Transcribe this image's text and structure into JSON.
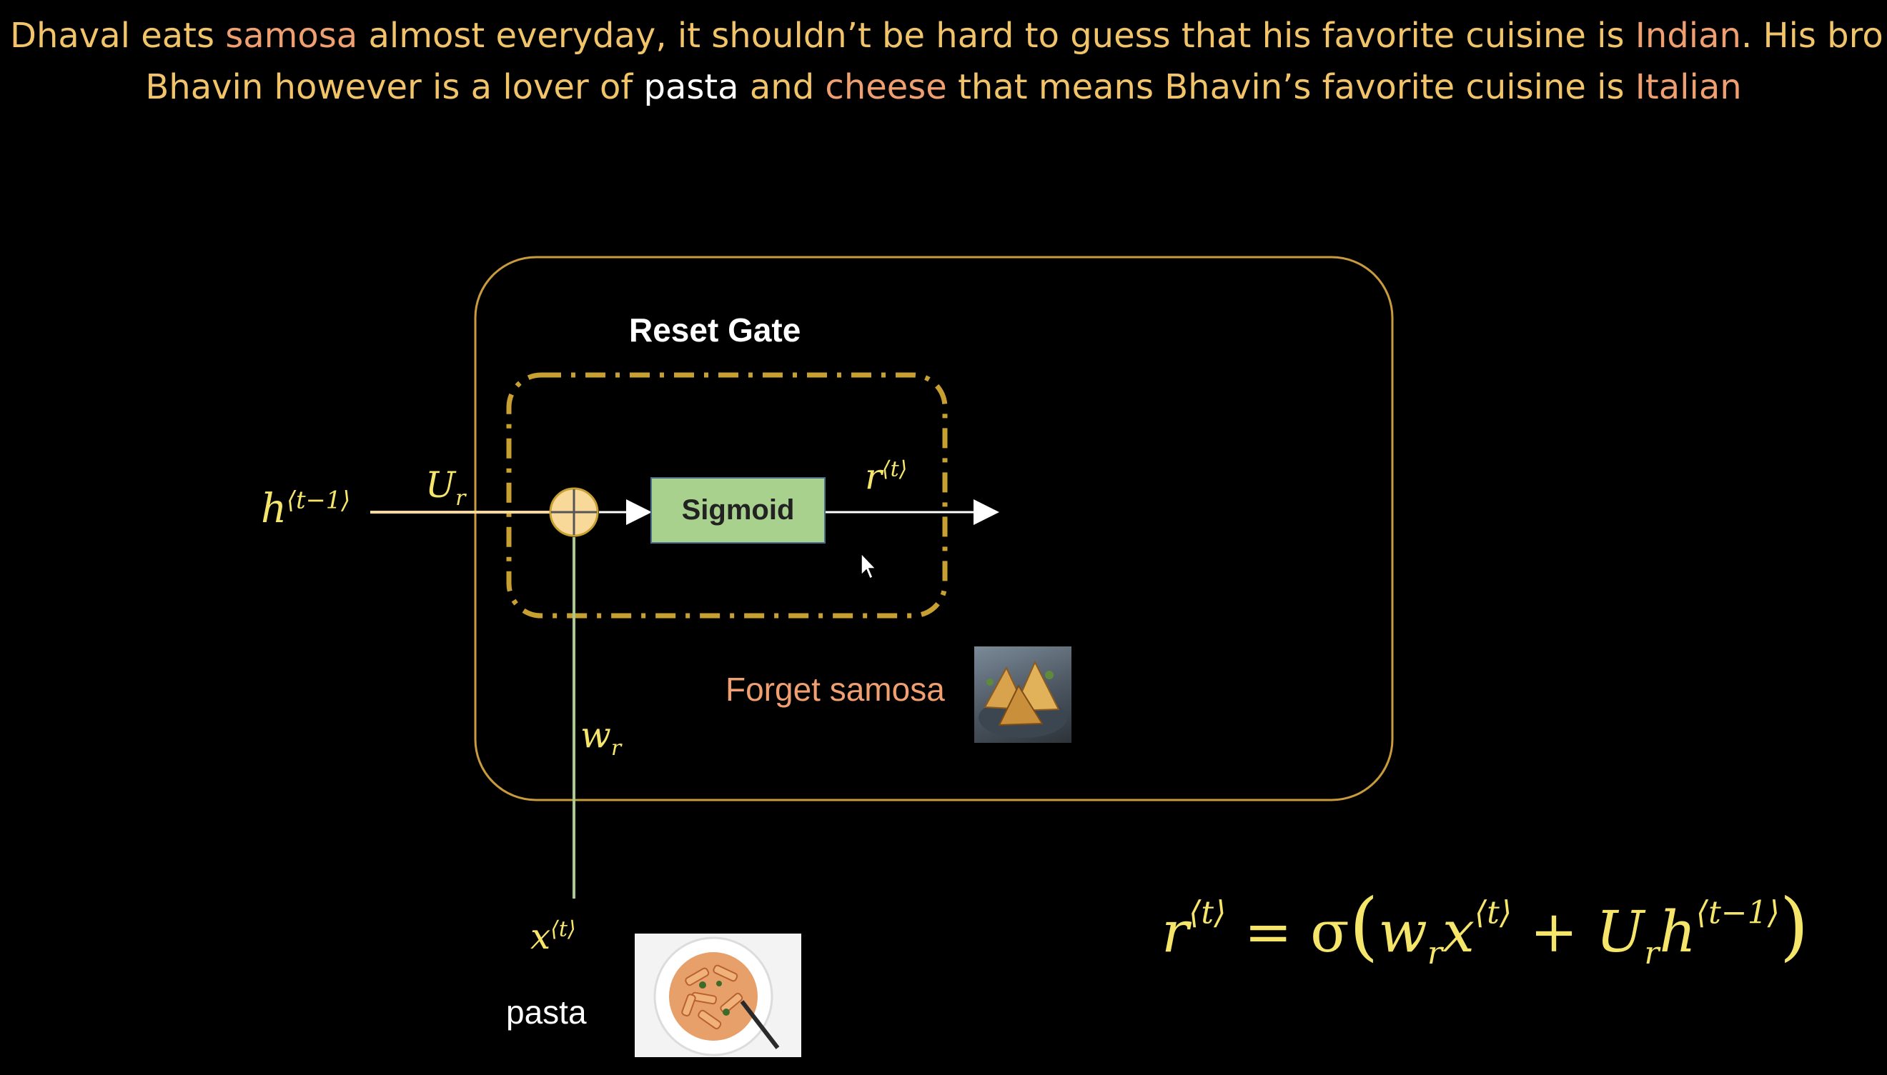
{
  "sentence1": {
    "p1": "Dhaval eats ",
    "samosa": "samosa",
    "p2": " almost everyday, it shouldn’t be hard to guess that his favorite cuisine is ",
    "indian": "Indian",
    "p3": ". His bro"
  },
  "sentence2": {
    "p1": "Bhavin however is a lover of ",
    "pasta": "pasta",
    "p2": " and ",
    "cheese": "cheese",
    "p3": " that means Bhavin’s favorite cuisine is ",
    "italian": "Italian"
  },
  "diagram": {
    "gate_title": "Reset Gate",
    "sigmoid_label": "Sigmoid",
    "h_prev": {
      "base": "h",
      "sup": "⟨t−1⟩"
    },
    "u_r": {
      "base": "U",
      "sub": "r"
    },
    "w_r": {
      "base": "w",
      "sub": "r"
    },
    "r_t": {
      "base": "r",
      "sup": "⟨t⟩"
    },
    "x_t": {
      "base": "x",
      "sup": "⟨t⟩"
    },
    "forget_label": "Forget samosa",
    "pasta_label": "pasta"
  },
  "equation": {
    "lhs": "r",
    "lhs_sup": "⟨t⟩",
    "eq": " = σ",
    "open": "(",
    "w": "w",
    "w_sub": "r",
    "x": "x",
    "x_sup": "⟨t⟩",
    "plus": " + ",
    "u": "U",
    "u_sub": "r",
    "h": "h",
    "h_sup": "⟨t−1⟩",
    "close": ")"
  },
  "colors": {
    "sentence": "#f2c46a",
    "highlight": "#f0a070",
    "math": "#f5e56b",
    "outer_box": "#c89b3c",
    "dashed_box": "#c8a032",
    "sigmoid_fill": "#a9d18e",
    "adder_fill": "#f8d99a"
  },
  "images": {
    "samosa_photo": "samosa-image",
    "pasta_photo": "pasta-image"
  }
}
